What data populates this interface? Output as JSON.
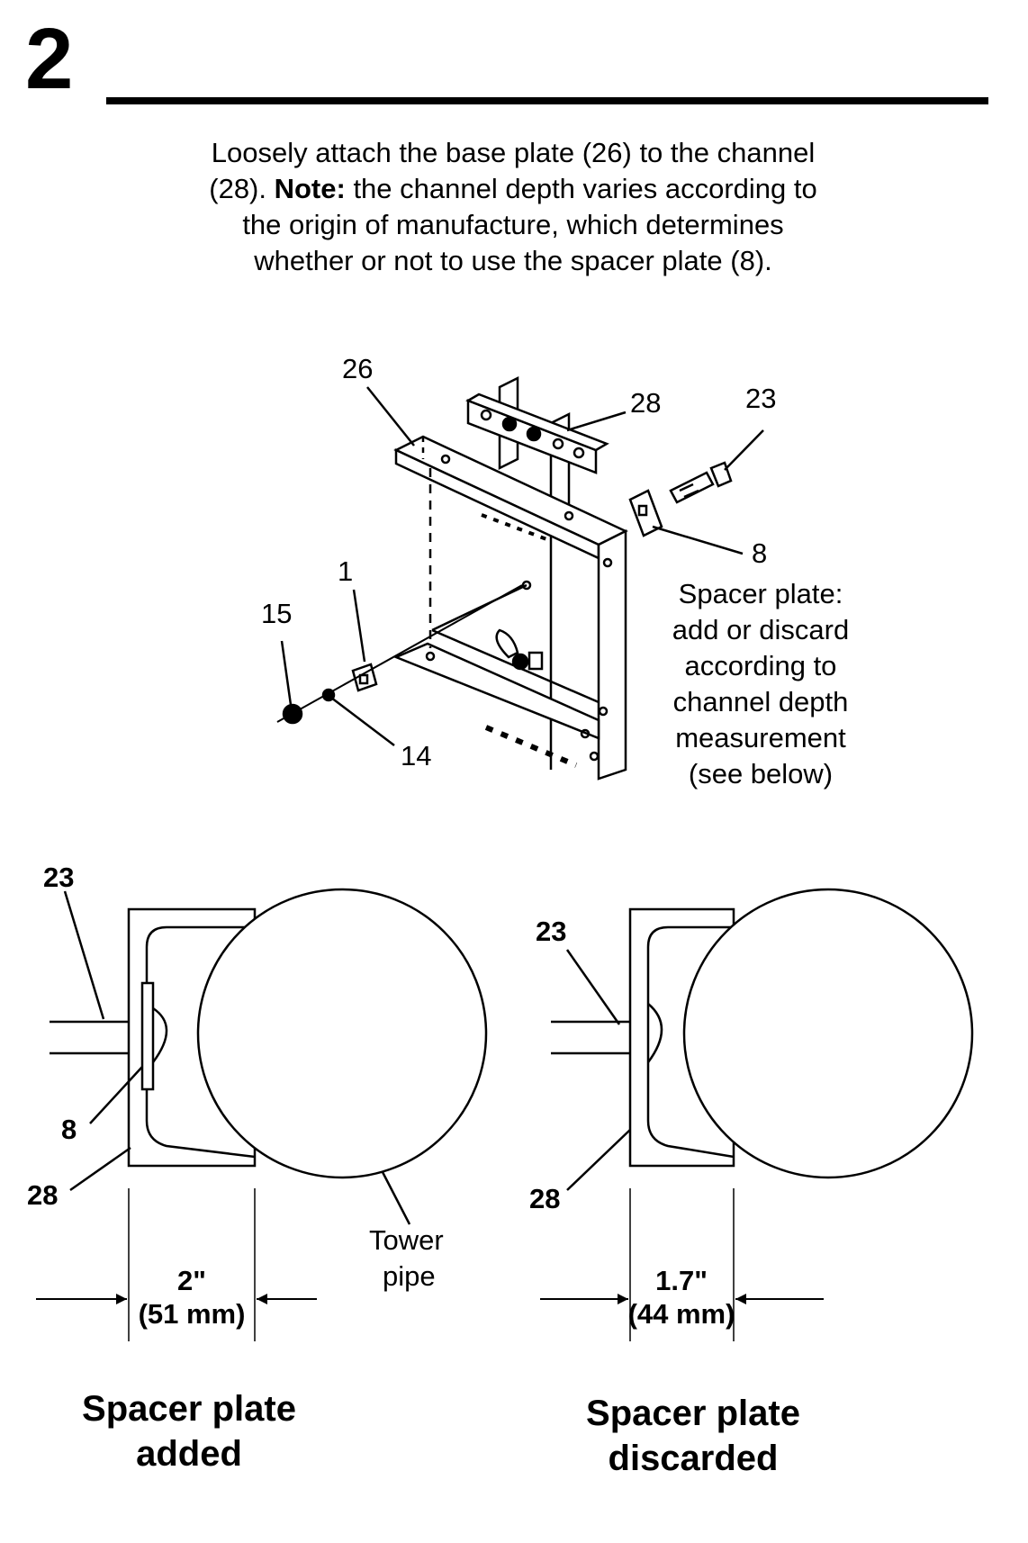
{
  "step": {
    "number": "2"
  },
  "instructions": {
    "text_before": "Loosely attach the base plate (26) to the channel (28). ",
    "note_label": "Note:",
    "text_after": " the channel depth varies according to the origin of manufacture, which determines whether or not to use the spacer plate (8)."
  },
  "exploded_view": {
    "callouts": {
      "base_plate": "26",
      "channel": "28",
      "bolt": "23",
      "spacer_plate": "8",
      "part_1": "1",
      "part_15": "15",
      "part_14": "14"
    },
    "spacer_note": [
      "Spacer plate:",
      "add or discard",
      "according to",
      "channel depth",
      "measurement",
      "(see below)"
    ]
  },
  "detail_added": {
    "callouts": {
      "bolt": "23",
      "spacer": "8",
      "channel": "28"
    },
    "pipe_label": [
      "Tower",
      "pipe"
    ],
    "dimension": [
      "2\"",
      "(51 mm)"
    ],
    "caption": [
      "Spacer plate",
      "added"
    ]
  },
  "detail_discarded": {
    "callouts": {
      "bolt": "23",
      "channel": "28"
    },
    "dimension": [
      "1.7\"",
      "(44 mm)"
    ],
    "caption": [
      "Spacer plate",
      "discarded"
    ]
  }
}
